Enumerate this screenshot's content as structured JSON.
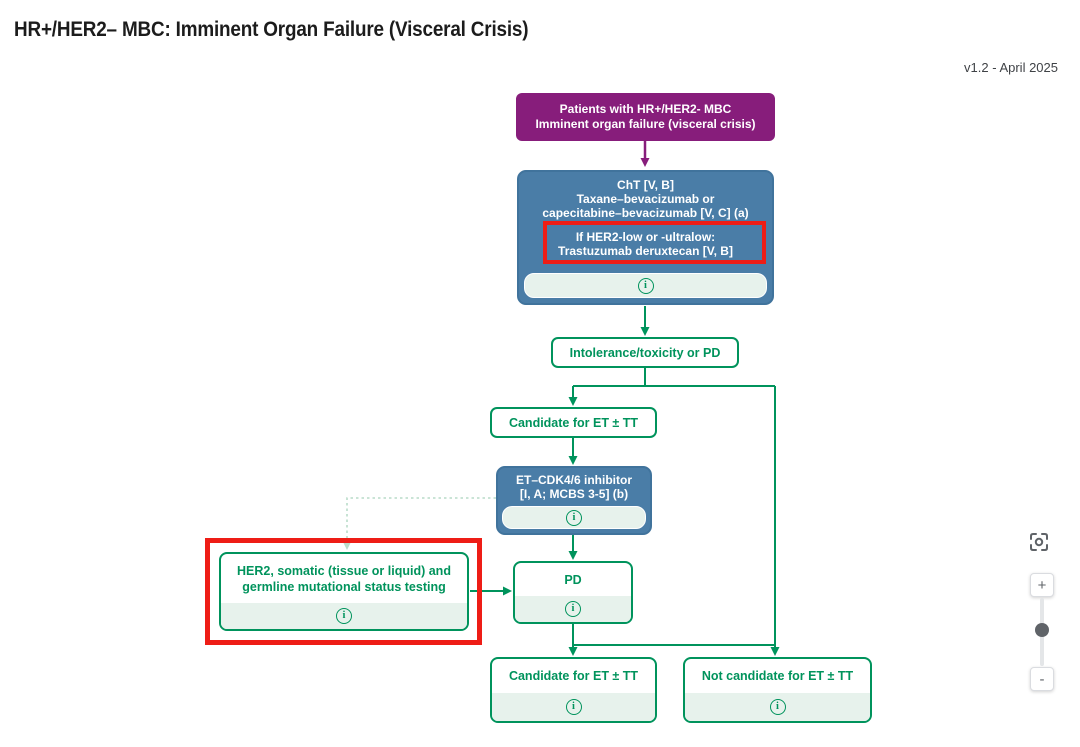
{
  "header": {
    "title": "HR+/HER2– MBC: Imminent Organ Failure (Visceral Crisis)",
    "version": "v1.2 - April 2025"
  },
  "colors": {
    "purple": "#871D7B",
    "blue": "#4A7DA7",
    "green": "#00935C",
    "red_highlight": "#EE1D16",
    "info_strip_bg": "#E7F2EC"
  },
  "flowchart": {
    "patients": {
      "line1": "Patients with HR+/HER2- MBC",
      "line2": "Imminent organ failure (visceral crisis)"
    },
    "cht": {
      "line1": "ChT [V, B]",
      "line2": "Taxane–bevacizumab or",
      "line3": "capecitabine–bevacizumab [V, C] (a)",
      "highlight_line1": "If HER2-low or -ultralow:",
      "highlight_line2": "Trastuzumab deruxtecan [V, B]"
    },
    "intolerance": {
      "label": "Intolerance/toxicity or PD"
    },
    "candidate_mid": {
      "label": "Candidate for ET ± TT"
    },
    "et_cdk46": {
      "line1": "ET–CDK4/6 inhibitor",
      "line2": "[I, A; MCBS 3-5] (b)"
    },
    "her2_testing": {
      "line1": "HER2, somatic (tissue or liquid) and",
      "line2": "germline mutational status testing"
    },
    "pd": {
      "label": "PD"
    },
    "candidate_bottom": {
      "label": "Candidate for ET ± TT"
    },
    "not_candidate": {
      "label": "Not candidate for ET ± TT"
    },
    "info_icon": "i"
  },
  "zoom_controls": {
    "zoom_in": "+",
    "zoom_out": "-"
  }
}
